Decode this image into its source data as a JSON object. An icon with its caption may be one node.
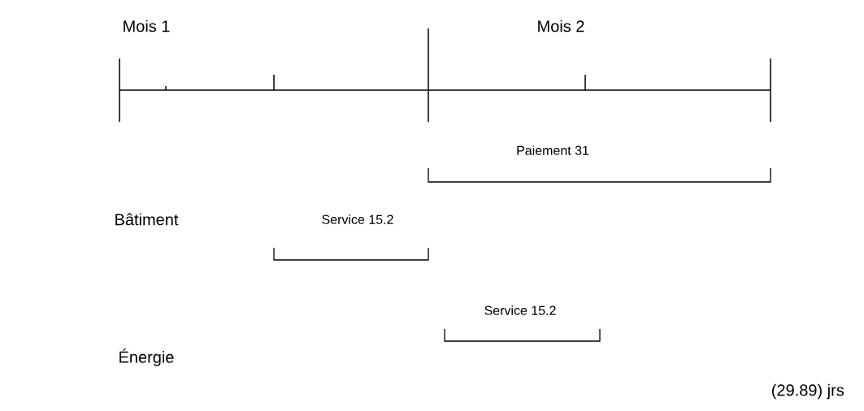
{
  "diagram": {
    "labels": [
      "Mois 1",
      "Mois 2",
      "Paiement 31",
      "Bâtiment",
      "Service 15.2",
      "Service 15.2",
      "Énergie",
      "(29.89) jrs"
    ]
  }
}
